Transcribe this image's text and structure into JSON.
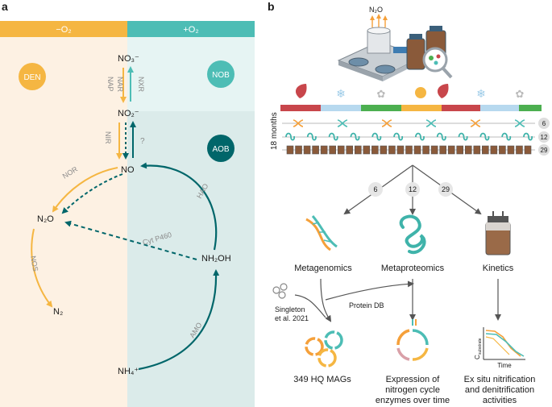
{
  "panels": {
    "a": "a",
    "b": "b"
  },
  "panel_a": {
    "header_left": "−O₂",
    "header_right": "+O₂",
    "badges": {
      "den": "DEN",
      "nob": "NOB",
      "aob": "AOB"
    },
    "compounds": {
      "no3": "NO₃⁻",
      "no2": "NO₂⁻",
      "no": "NO",
      "n2o": "N₂O",
      "n2": "N₂",
      "nh2oh": "NH₂OH",
      "nh4": "NH₄⁺"
    },
    "enzymes": {
      "nar": "NAR",
      "nap": "NAP",
      "nxr": "NXR",
      "nir": "NIR",
      "unknown": "?",
      "nor": "NOR",
      "hao": "HAO",
      "cyt": "Cyt P460",
      "nos": "NOS",
      "amo": "AMO"
    },
    "colors": {
      "den": "#f5b642",
      "nob": "#4dbdb5",
      "aob": "#00666a",
      "left_bg": "#fdf1e3",
      "nob_bg": "#e6f4f3",
      "aob_bg": "#dbebea"
    }
  },
  "panel_b": {
    "n2o_label": "N₂O",
    "months_label": "18 months",
    "timeline_counts": [
      "6",
      "12",
      "29"
    ],
    "branch_counts": [
      "6",
      "12",
      "29"
    ],
    "methods": {
      "metagenomics": "Metagenomics",
      "metaproteomics": "Metaproteomics",
      "kinetics": "Kinetics"
    },
    "singleton": [
      "Singleton",
      "et al. 2021"
    ],
    "protein_db": "Protein DB",
    "outputs": {
      "mags": "349 HQ MAGs",
      "expression": [
        "Expression of",
        "nitrogen cycle",
        "enzymes over time"
      ],
      "activities": [
        "Ex situ nitrification",
        "and denitrification",
        "activities"
      ]
    },
    "kinetics_axes": {
      "y": "C",
      "y_sub": "substrate",
      "x": "Time"
    },
    "season_colors": [
      "#c8464b",
      "#b7d9ef",
      "#4caf50",
      "#f5b642",
      "#c8464b",
      "#b7d9ef",
      "#4caf50"
    ]
  }
}
